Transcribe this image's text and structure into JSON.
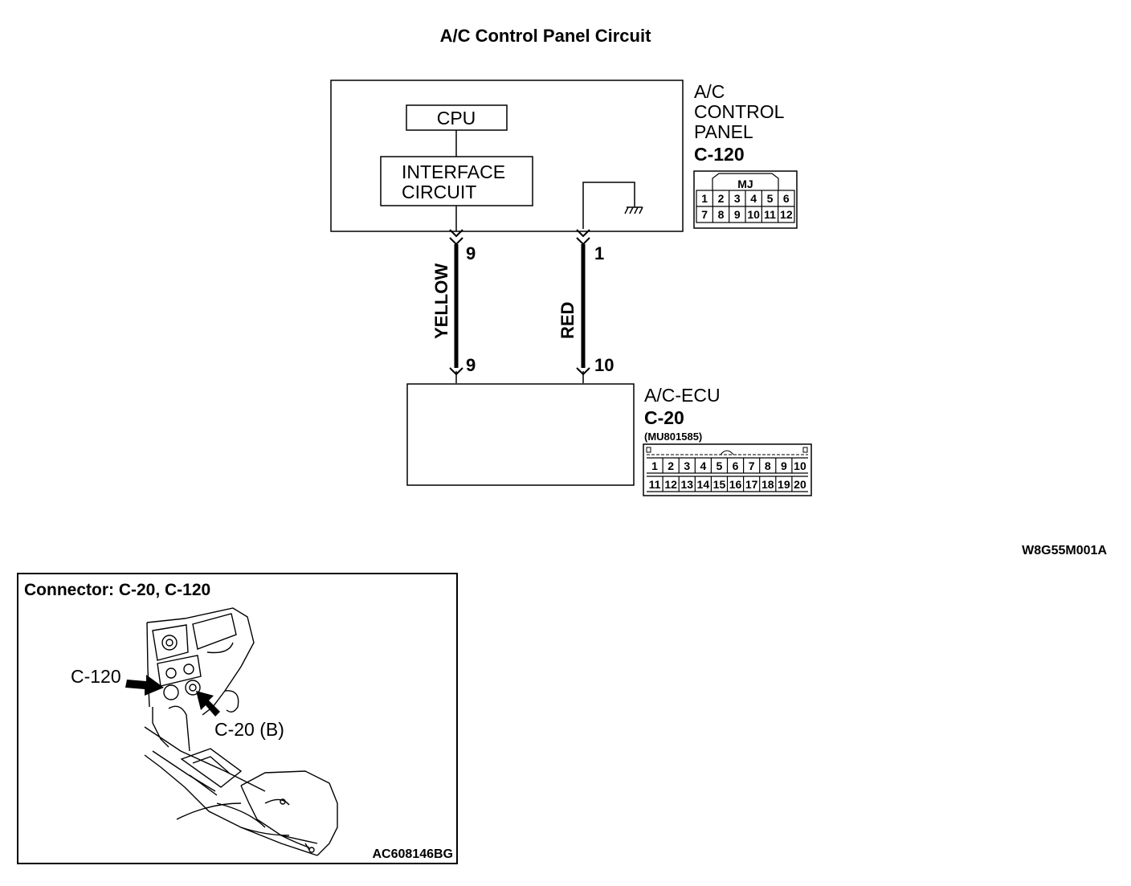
{
  "title": "A/C Control Panel Circuit",
  "control_panel": {
    "name_line1": "A/C",
    "name_line2": "CONTROL",
    "name_line3": "PANEL",
    "connector_id": "C-120",
    "connector_tag": "MJ",
    "connector_pins_row1": [
      "1",
      "2",
      "3",
      "4",
      "5",
      "6"
    ],
    "connector_pins_row2": [
      "7",
      "8",
      "9",
      "10",
      "11",
      "12"
    ],
    "cpu_label": "CPU",
    "interface_line1": "INTERFACE",
    "interface_line2": "CIRCUIT"
  },
  "wires": [
    {
      "color_name": "YELLOW",
      "pin_top": "9",
      "pin_bottom": "9"
    },
    {
      "color_name": "RED",
      "pin_top": "1",
      "pin_bottom": "10"
    }
  ],
  "ecu": {
    "name": "A/C-ECU",
    "connector_id": "C-20",
    "part_number": "(MU801585)",
    "connector_pins_row1": [
      "1",
      "2",
      "3",
      "4",
      "5",
      "6",
      "7",
      "8",
      "9",
      "10"
    ],
    "connector_pins_row2": [
      "11",
      "12",
      "13",
      "14",
      "15",
      "16",
      "17",
      "18",
      "19",
      "20"
    ]
  },
  "diagram_code": "W8G55M001A",
  "location_panel": {
    "title": "Connector: C-20, C-120",
    "callout_c120": "C-120",
    "callout_c20": "C-20 (B)",
    "image_code": "AC608146BG"
  },
  "colors": {
    "line": "#000000",
    "background": "#ffffff"
  }
}
